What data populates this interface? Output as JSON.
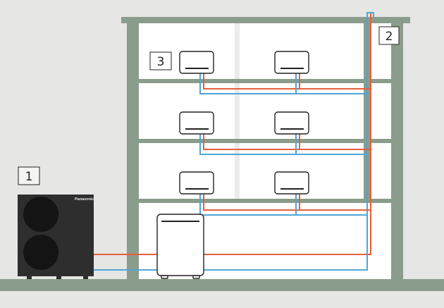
{
  "callouts": [
    {
      "id": "outdoor-unit",
      "label": "1"
    },
    {
      "id": "refrigerant-riser",
      "label": "2"
    },
    {
      "id": "indoor-unit",
      "label": "3"
    }
  ],
  "outdoor_unit": {
    "brand": "Panasonic"
  },
  "colors": {
    "sky": "#e6e6e4",
    "ground": "#8a9c8b",
    "structure": "#8a9c8b",
    "interior_wall": "#ffffff",
    "floor_divider": "#ececec",
    "unit_outline": "#222222",
    "outdoor_unit_body": "#2e2e2e",
    "fan": "#141414",
    "liquid_line": "#e5603b",
    "gas_line": "#4ea6d6"
  }
}
